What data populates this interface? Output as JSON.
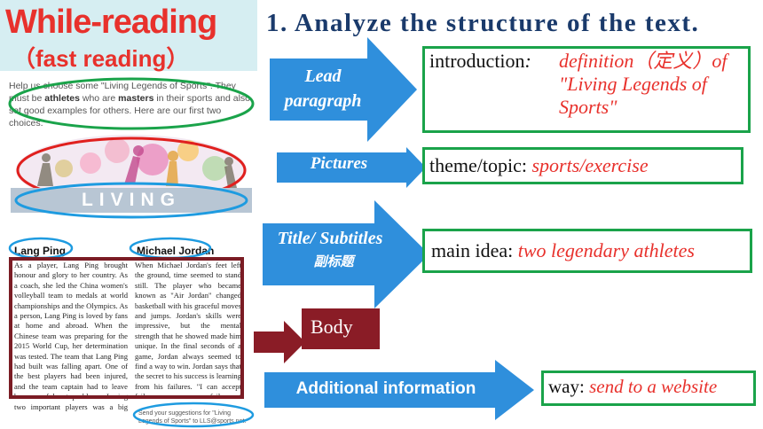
{
  "header": {
    "title": "While-reading",
    "subtitle": "（fast reading）"
  },
  "heading": "1. Analyze the structure of the text.",
  "page": {
    "intro_parts": [
      "Help us choose some \"Living Legends of Sports\". They must be ",
      "athletes",
      " who are ",
      "masters",
      " in their sports and also set good examples for others. Here are our first two choices."
    ],
    "banner_title": "LIVING LEGENDS",
    "col1_name": "Lang Ping",
    "col2_name": "Michael Jordan",
    "col1_text": "As a player, Lang Ping brought honour and glory to her country. As a coach, she led the China women's volleyball team to medals at world championships and the Olympics. As a person, Lang Ping is loved by fans at home and abroad. When the Chinese team was preparing for the 2015 World Cup, her determination was tested. The team that Lang Ping had built was falling apart. One of the best players had been injured, and the team captain had to leave because of heart problems. Losing two important players was a big challenge, but Lang Ping did not lose heart. She had faced difficulties before, and she knew that her young players could win if they worked together as a team. Two weeks later, they were world champions. Then in 2016, Lang Ping led her volleyball team to Olympic gold in Brazil.",
    "col2_text": "When Michael Jordan's feet left the ground, time seemed to stand still. The player who became known as \"Air Jordan\" changed basketball with his graceful moves and jumps. Jordan's skills were impressive, but the mental strength that he showed made him unique. In the final seconds of a game, Jordan always seemed to find a way to win. Jordan says that the secret to his success is learning from his failures. \"I can accept failure; everyone fails at something. But I can't accept not trying.\" Losing games taught him to practise harder and never give up. In life, Jordan has learnt to share his success with others. The Boys and Girls Club which he started in Chicago has been helping young people since 2006.",
    "footnote": "Send your suggestions for \"Living Legends of Sports\" to LLS@sports.net."
  },
  "rows": [
    {
      "arrow_label": [
        "Lead",
        "paragraph"
      ],
      "prefix": "introduction",
      "colon": ":",
      "value": "definition（定义）of \"Living Legends of Sports\""
    },
    {
      "arrow_label": [
        "Pictures"
      ],
      "prefix": "theme/topic:",
      "value": "sports/exercise"
    },
    {
      "arrow_label": [
        "Title/ Subtitles"
      ],
      "arrow_sub": "副标题",
      "prefix": "main idea:",
      "value": "two legendary athletes"
    },
    {
      "arrow_label": [
        "Body"
      ]
    },
    {
      "arrow_label": [
        "Additional information"
      ],
      "prefix": "way:",
      "value": "send to a website"
    }
  ],
  "colors": {
    "arrow_blue": "#2f8fdc",
    "box_green": "#1aa34a",
    "body_red": "#8a1c26",
    "accent_red": "#e8312c",
    "heading_navy": "#1a3a6b"
  },
  "icons": {
    "banner": "sports-silhouettes-banner",
    "arrow": "right-arrow-shape"
  }
}
